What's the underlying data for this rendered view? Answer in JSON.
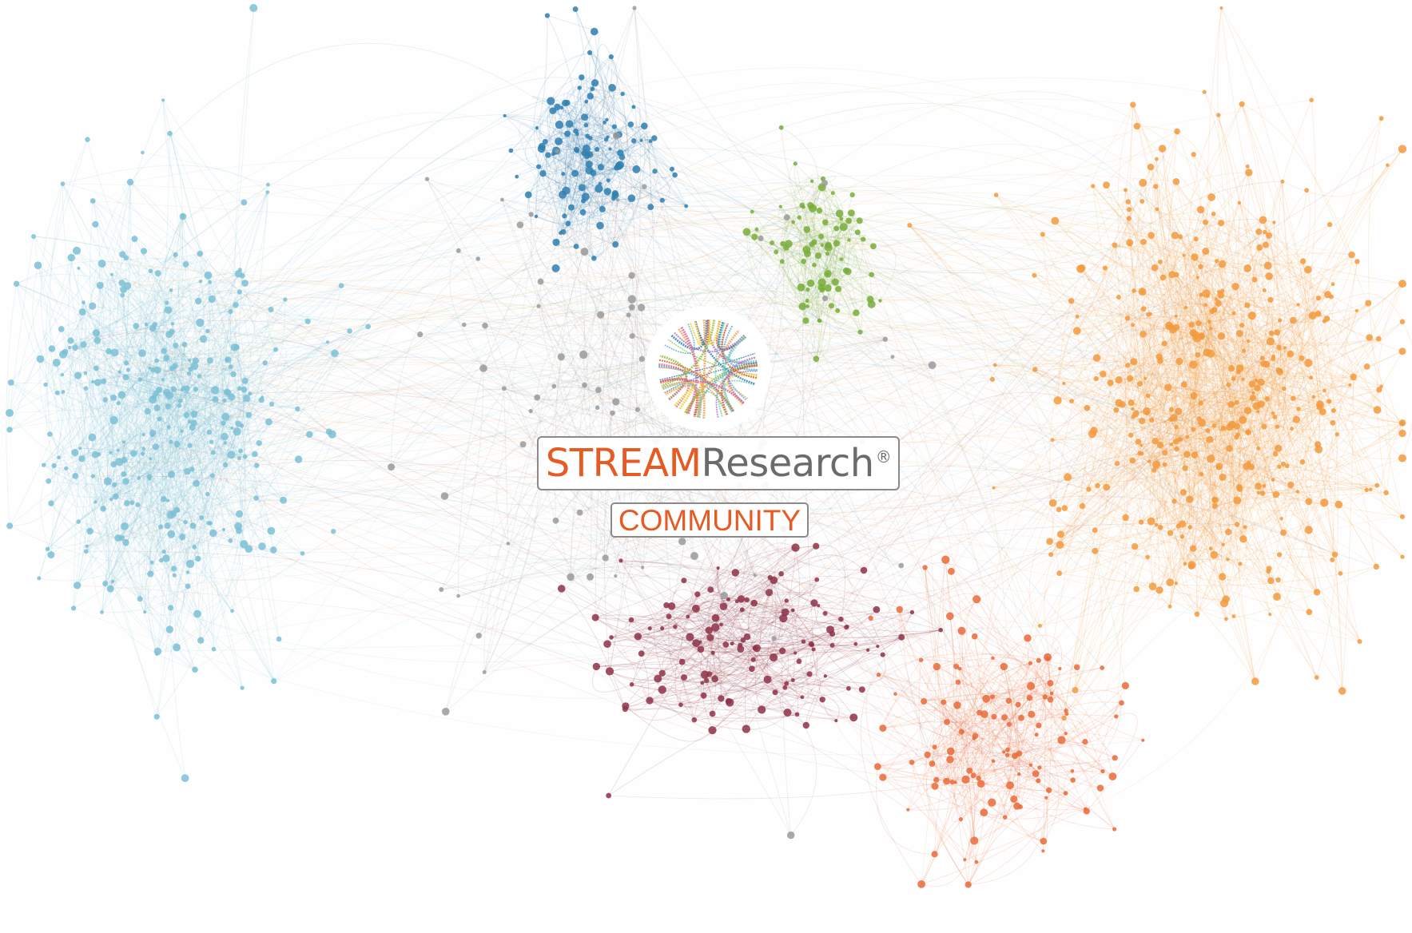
{
  "brand": {
    "stream": "STREAM",
    "research": "Research",
    "registered": "®",
    "subtitle": "COMMUNITY",
    "accent_color": "#e65a24",
    "text_gray": "#6b6b6b",
    "border_gray": "#8a8a8a"
  },
  "emblem": {
    "icon": "chord-diagram-logo-icon",
    "colors": [
      "#e65a24",
      "#f2a55a",
      "#5bb3d0",
      "#2f83b8",
      "#8cc63f",
      "#b07cc6",
      "#d66aa5",
      "#f5d13d",
      "#7fcfc0"
    ]
  },
  "network": {
    "clusters": [
      {
        "name": "light-blue-cluster",
        "color": "#7dc0d6"
      },
      {
        "name": "dark-blue-cluster",
        "color": "#2f7fb0"
      },
      {
        "name": "green-cluster",
        "color": "#78ad3a"
      },
      {
        "name": "orange-cluster",
        "color": "#f29a3e"
      },
      {
        "name": "maroon-cluster",
        "color": "#8e3147"
      },
      {
        "name": "red-orange-cluster",
        "color": "#ea6a3a"
      },
      {
        "name": "gray-nodes",
        "color": "#9a9a9a"
      }
    ]
  }
}
